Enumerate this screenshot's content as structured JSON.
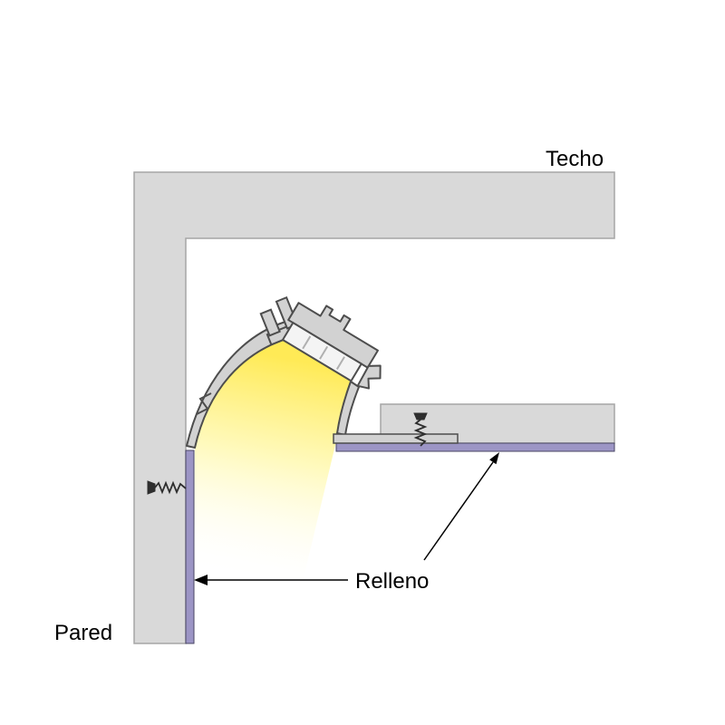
{
  "diagram": {
    "labels": {
      "ceiling": "Techo",
      "wall": "Pared",
      "filler": "Relleno"
    },
    "colors": {
      "background": "#ffffff",
      "surface": "#d9d9d9",
      "surface_stroke": "#a6a6a6",
      "filler": "#9c95c5",
      "filler_stroke": "#4a4664",
      "profile_fill": "#d2d2d2",
      "profile_stroke": "#4d4d4d",
      "lens_fill": "#f4f4f4",
      "lens_hatch": "#b0b0b0",
      "beam_core": "#ffe94d",
      "beam_mid": "#fff9b3",
      "screw": "#2e2e2e",
      "arrow": "#000000",
      "text": "#000000"
    }
  }
}
